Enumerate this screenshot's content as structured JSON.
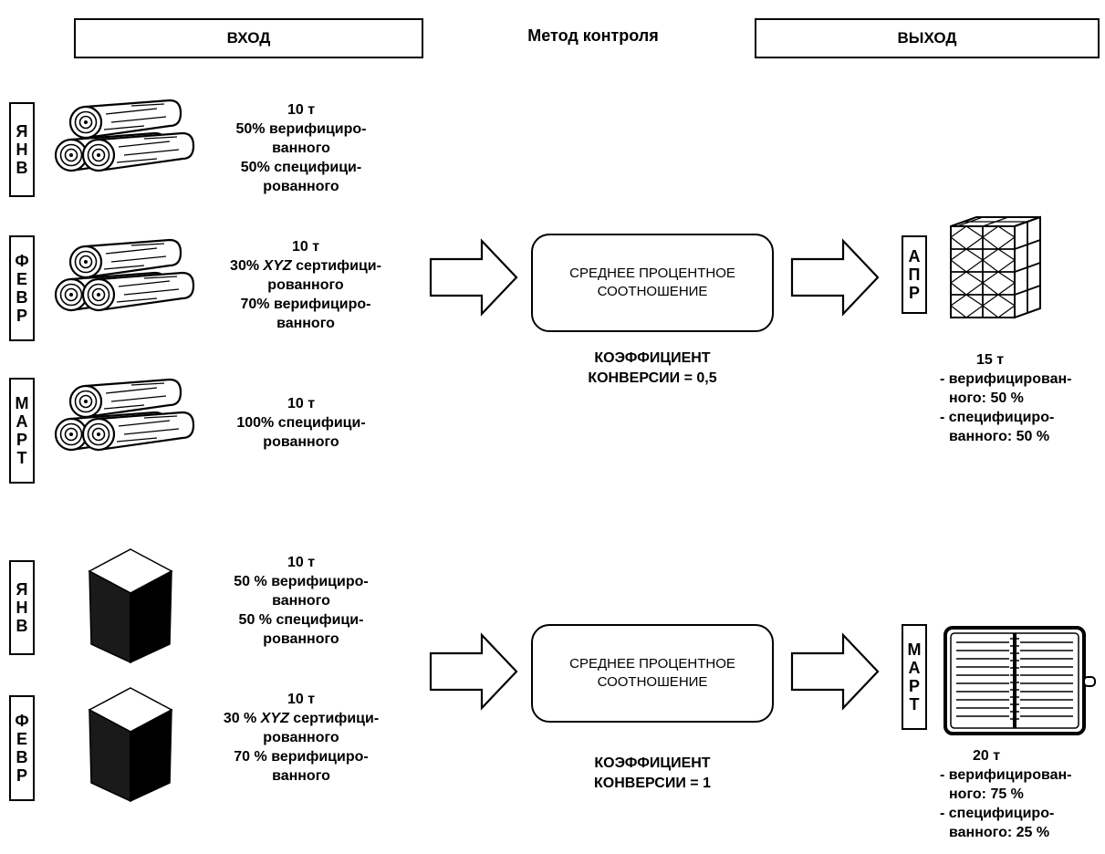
{
  "header": {
    "input": "ВХОД",
    "method": "Метод контроля",
    "output": "ВЫХОД"
  },
  "group1": {
    "inputs": [
      {
        "month": [
          "Я",
          "Н",
          "В"
        ],
        "icon": "logs-icon",
        "lines": [
          "10 т",
          "50% верифициро-",
          "ванного",
          "50% специфици-",
          "рованного"
        ]
      },
      {
        "month": [
          "Ф",
          "Е",
          "В",
          "Р"
        ],
        "icon": "logs-icon",
        "lines": [
          "10 т",
          "30% XYZ сертифици-",
          "рованного",
          "70% верифициро-",
          "ванного"
        ]
      },
      {
        "month": [
          "М",
          "А",
          "Р",
          "Т"
        ],
        "icon": "logs-icon",
        "lines": [
          "10 т",
          "100% специфици-",
          "рованного"
        ]
      }
    ],
    "process": [
      "СРЕДНЕЕ ПРОЦЕНТНОЕ",
      "СООТНОШЕНИЕ"
    ],
    "coefficient": [
      "КОЭФФИЦИЕНТ",
      "КОНВЕРСИИ = 0,5"
    ],
    "output": {
      "month": [
        "А",
        "П",
        "Р"
      ],
      "icon": "stacked-boxes-icon",
      "lines": [
        "15 т",
        "- верифицирован-",
        "ного:  50 %",
        "- специфициро-",
        "ванного: 50 %"
      ]
    }
  },
  "group2": {
    "inputs": [
      {
        "month": [
          "Я",
          "Н",
          "В"
        ],
        "icon": "paper-stack-icon",
        "lines": [
          "10 т",
          "50 % верифициро-",
          "ванного",
          "50 % специфици-",
          "рованного"
        ]
      },
      {
        "month": [
          "Ф",
          "Е",
          "В",
          "Р"
        ],
        "icon": "paper-stack-icon",
        "lines": [
          "10 т",
          "30 % XYZ сертифици-",
          "рованного",
          "70 % верифициро-",
          "ванного"
        ]
      }
    ],
    "process": [
      "СРЕДНЕЕ ПРОЦЕНТНОЕ",
      "СООТНОШЕНИЕ"
    ],
    "coefficient": [
      "КОЭФФИЦИЕНТ",
      "КОНВЕРСИИ = 1"
    ],
    "output": {
      "month": [
        "М",
        "А",
        "Р",
        "Т"
      ],
      "icon": "notebook-icon",
      "lines": [
        "20 т",
        "- верифицирован-",
        "ного:  75 %",
        "- специфициро-",
        "ванного: 25 %"
      ]
    }
  }
}
